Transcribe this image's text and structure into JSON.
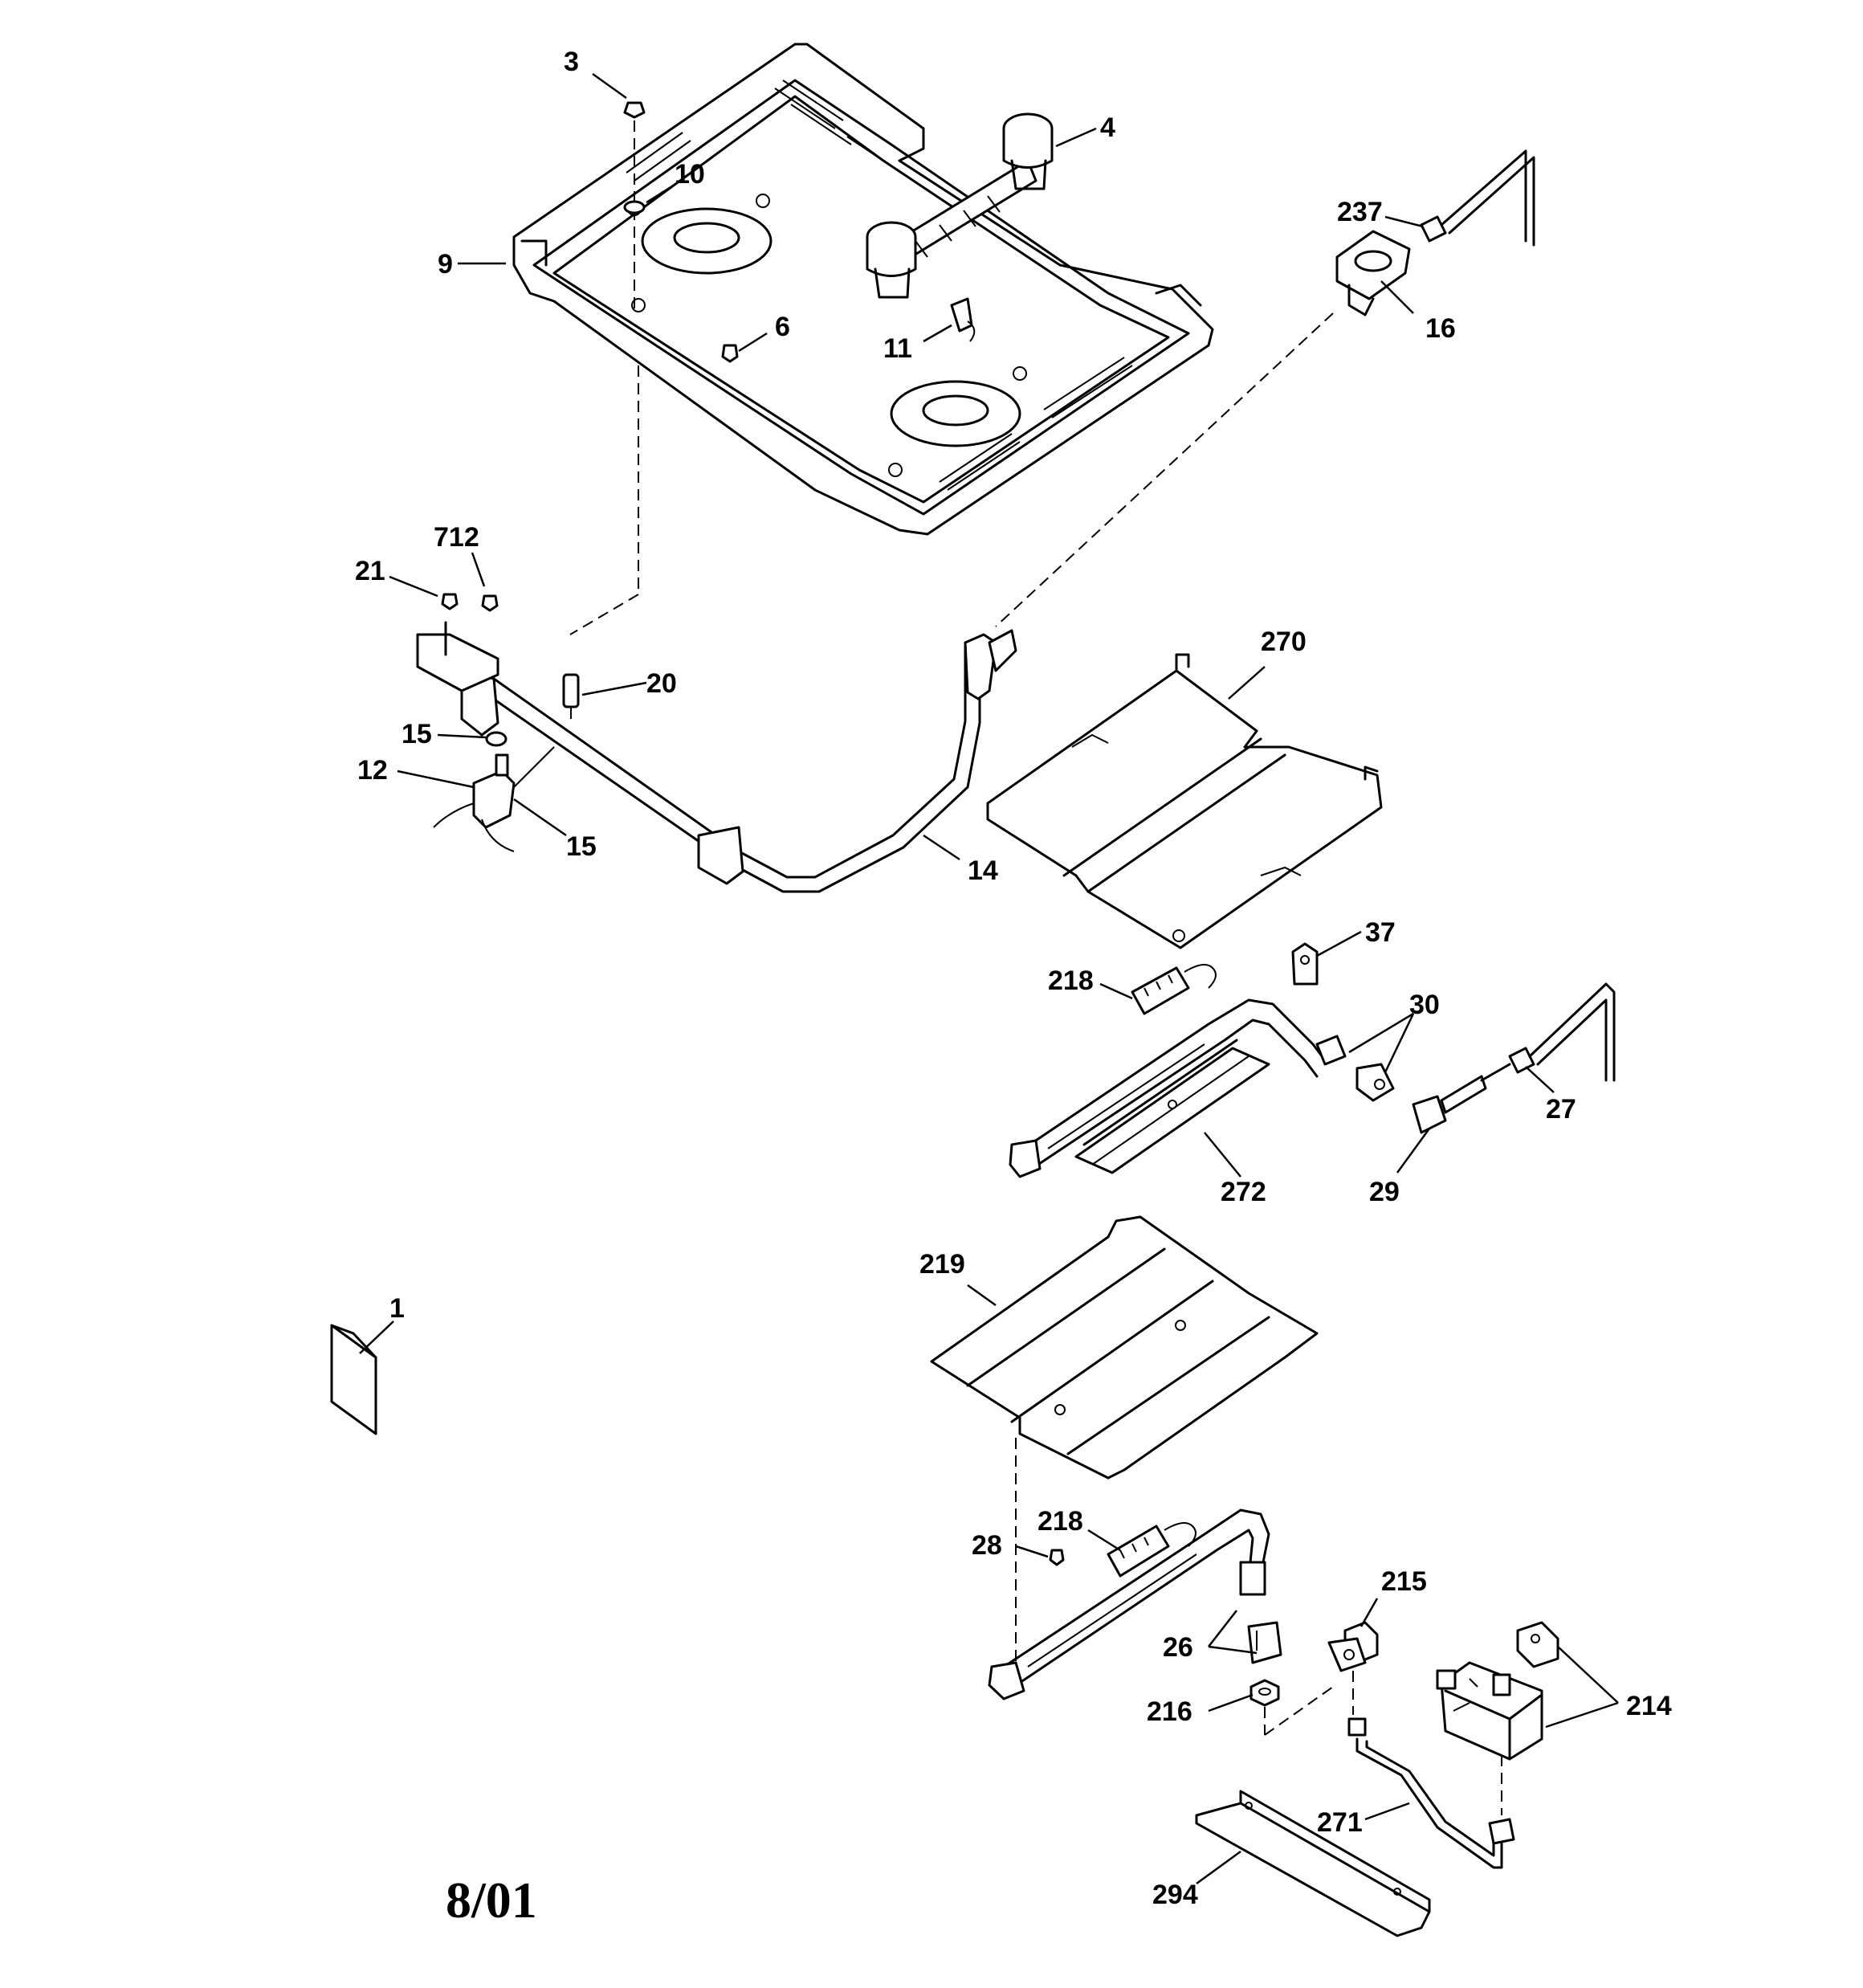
{
  "diagram": {
    "callouts": {
      "c3": "3",
      "c4": "4",
      "c10": "10",
      "c9": "9",
      "c237": "237",
      "c16": "16",
      "c6": "6",
      "c11": "11",
      "c712": "712",
      "c21": "21",
      "c20": "20",
      "c270": "270",
      "c15a": "15",
      "c12": "12",
      "c15b": "15",
      "c14": "14",
      "c37": "37",
      "c218a": "218",
      "c30": "30",
      "c27": "27",
      "c272": "272",
      "c29": "29",
      "c219": "219",
      "c1": "1",
      "c218b": "218",
      "c28": "28",
      "c215": "215",
      "c26": "26",
      "c216": "216",
      "c214": "214",
      "c271": "271",
      "c294": "294"
    },
    "date_stamp": "8/01"
  }
}
